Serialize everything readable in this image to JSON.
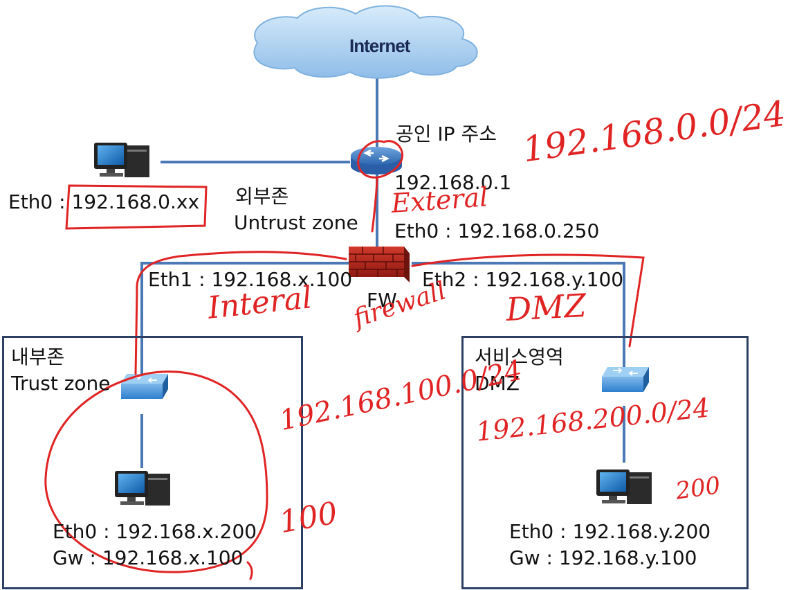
{
  "cloud": {
    "label": "Internet"
  },
  "router": {
    "title": "공인 IP 주소",
    "ip": "192.168.0.1",
    "eth0": "Eth0 : 192.168.0.250"
  },
  "external_host": {
    "eth0": "Eth0 : 192.168.0.xx"
  },
  "untrust_zone": {
    "name_ko": "외부존",
    "name_en": "Untrust zone"
  },
  "firewall": {
    "label": "FW",
    "eth1": "Eth1 : 192.168.x.100",
    "eth2": "Eth2 : 192.168.y.100"
  },
  "trust_zone": {
    "name_ko": "내부존",
    "name_en": "Trust zone",
    "host_eth0": "Eth0 : 192.168.x.200",
    "host_gw": "Gw : 192.168.x.100"
  },
  "dmz_zone": {
    "name_ko": "서비스영역",
    "name_en": "DMZ",
    "host_eth0": "Eth0 : 192.168.y.200",
    "host_gw": "Gw : 192.168.y.100"
  },
  "annotations": {
    "external_subnet": "192.168.0.0/24",
    "external": "Exteral",
    "internal": "Interal",
    "firewall": "firewall",
    "dmz": "DMZ",
    "internal_subnet": "192.168.100.0/24",
    "dmz_subnet": "192.168.200.0/24",
    "internal_host_octet": "100",
    "dmz_host_octet": "200"
  },
  "colors": {
    "link": "#4a79b5",
    "zone_border": "#2d3f63",
    "ink": "#e02424",
    "cloud": "#a9cff0"
  }
}
